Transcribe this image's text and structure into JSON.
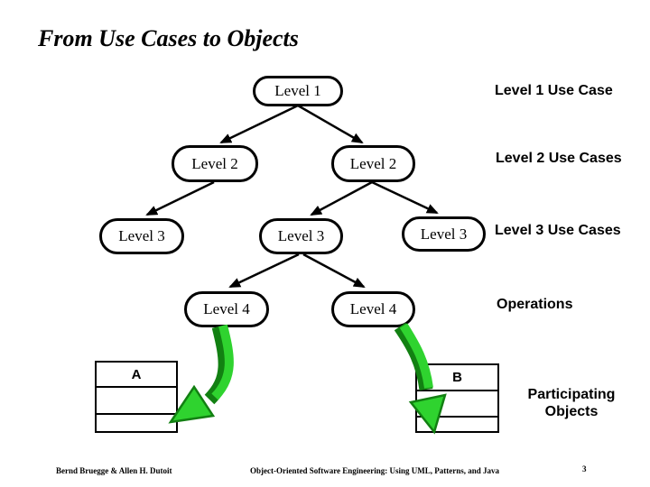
{
  "slide": {
    "title": "From Use Cases to Objects"
  },
  "tree": {
    "nodes": [
      {
        "label": "Level 1"
      },
      {
        "label": "Level 2"
      },
      {
        "label": "Level 2"
      },
      {
        "label": "Level 3"
      },
      {
        "label": "Level 3"
      },
      {
        "label": "Level 3"
      },
      {
        "label": "Level 4"
      },
      {
        "label": "Level 4"
      }
    ]
  },
  "annotations": {
    "level1": "Level 1 Use Case",
    "level2": "Level 2 Use Cases",
    "level3": "Level 3 Use Cases",
    "operations": "Operations",
    "participating": "Participating Objects"
  },
  "objects": {
    "box_a_label": "A",
    "box_b_label": "B"
  },
  "footer": {
    "authors": "Bernd Bruegge & Allen H. Dutoit",
    "book": "Object-Oriented Software Engineering: Using UML, Patterns, and Java",
    "page": "3"
  },
  "colors": {
    "line": "#000000",
    "green": "#2FD32F",
    "green_dark": "#128012"
  }
}
